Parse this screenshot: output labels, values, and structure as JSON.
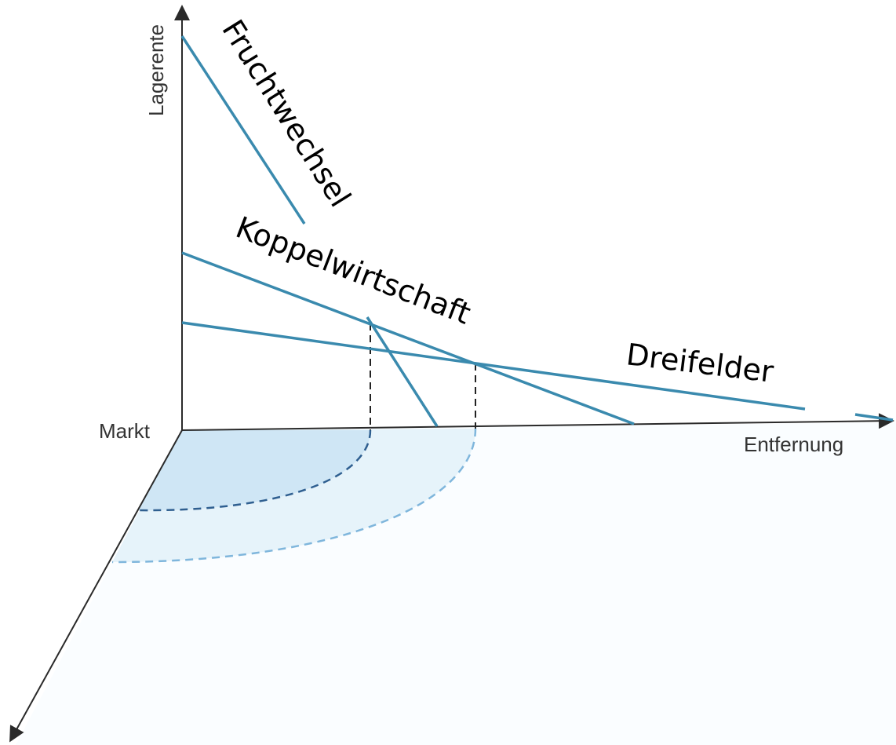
{
  "labels": {
    "y_axis": "Lagerente",
    "x_axis": "Entfernung",
    "origin": "Markt",
    "fruchtwechsel": "Fruchtwechsel",
    "koppelwirtschaft": "Koppelwirtschaft",
    "dreifelder": "Dreifelder"
  },
  "colors": {
    "line": "#3a8aae",
    "axis": "#2a2a2a",
    "inner_zone": "#cfe6f5",
    "outer_zone": "#e6f3fa",
    "inner_dash": "#2f5f90",
    "outer_dash": "#7fb6dc"
  }
}
